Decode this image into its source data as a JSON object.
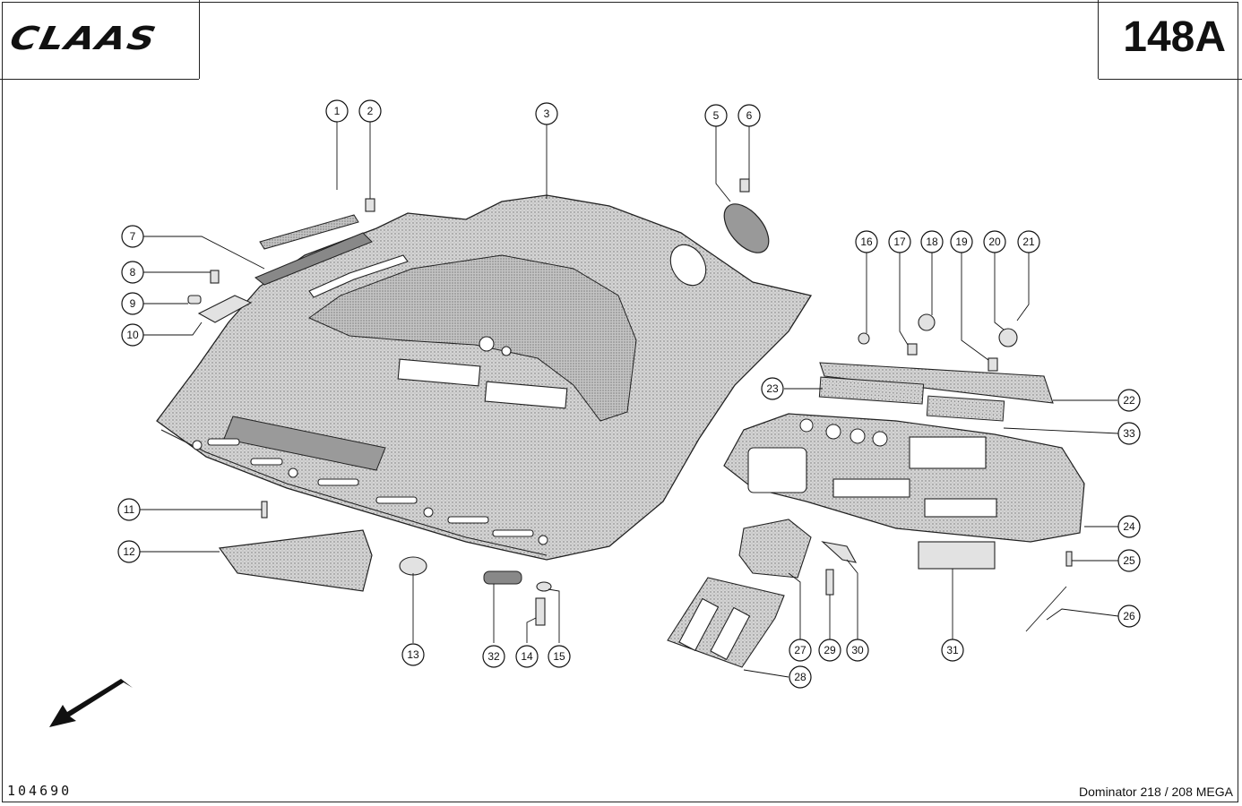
{
  "header": {
    "brand": "CLAAS",
    "page_code": "148A"
  },
  "footer": {
    "drawing_number": "104690",
    "model": "Dominator 218 / 208 MEGA"
  },
  "callouts": [
    "1",
    "2",
    "3",
    "5",
    "6",
    "7",
    "8",
    "9",
    "10",
    "11",
    "12",
    "13",
    "14",
    "15",
    "16",
    "17",
    "18",
    "19",
    "20",
    "21",
    "22",
    "23",
    "24",
    "25",
    "26",
    "27",
    "28",
    "29",
    "30",
    "31",
    "32",
    "33"
  ]
}
